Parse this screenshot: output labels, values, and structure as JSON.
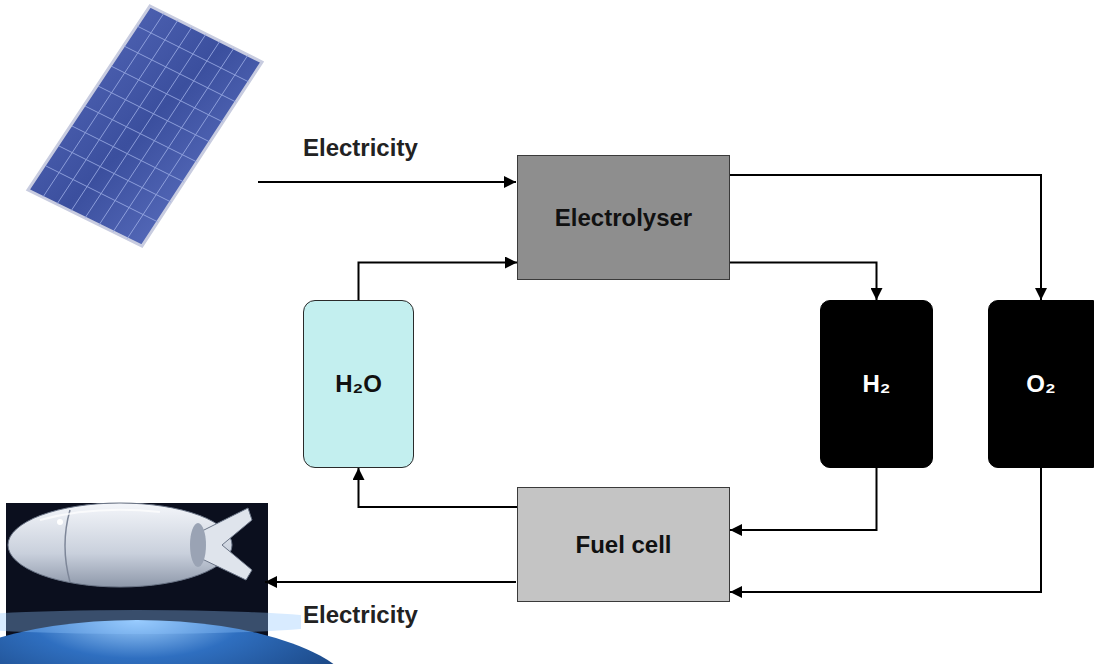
{
  "diagram": {
    "nodes": [
      {
        "text": [
          "Electrolyser"
        ]
      },
      {
        "text": [
          "H₂O"
        ]
      },
      {
        "text": [
          "H₂"
        ]
      },
      {
        "text": [
          "O₂"
        ]
      },
      {
        "text": [
          "Fuel cell"
        ]
      }
    ],
    "edges": [
      {
        "from": 1,
        "to": 0,
        "arrow": "to"
      },
      {
        "from": 0,
        "to": 2,
        "arrow": "to"
      },
      {
        "from": 0,
        "to": 3,
        "arrow": "to"
      },
      {
        "from": 2,
        "to": 4,
        "arrow": "to"
      },
      {
        "from": 3,
        "to": 4,
        "arrow": "to"
      },
      {
        "from": 4,
        "to": 1,
        "arrow": "to"
      }
    ],
    "labels": [
      "Electricity",
      "Electricity"
    ]
  }
}
